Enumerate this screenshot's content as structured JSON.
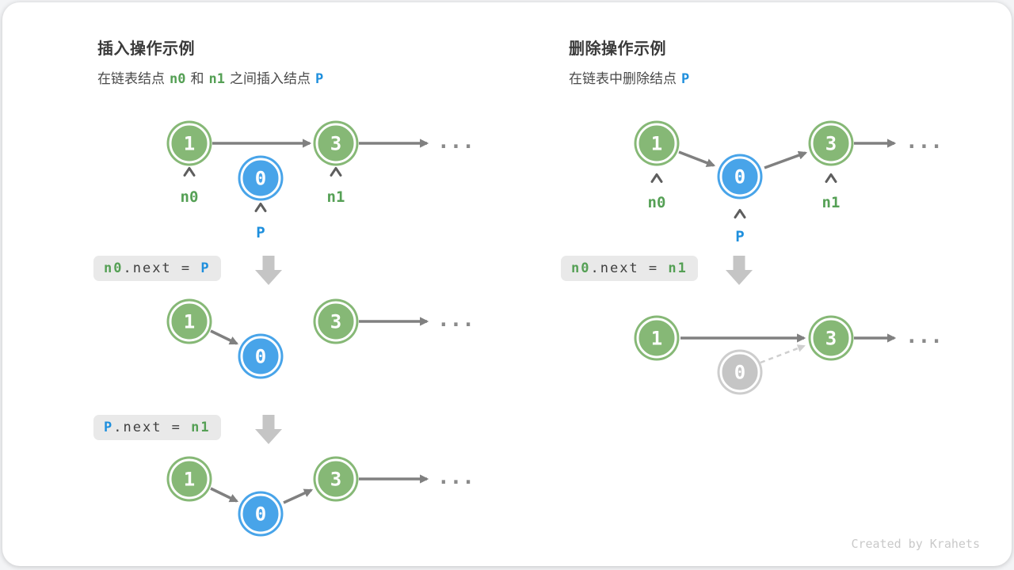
{
  "page": {
    "footer": "Created by Krahets"
  },
  "colors": {
    "node_green": "#86b876",
    "node_blue": "#48a4e9",
    "node_ghost": "#c5c5c5",
    "label_green": "#55a055",
    "label_blue": "#1e8fdd",
    "arrow_grey": "#808080",
    "code_bg": "#e9e9e9",
    "block_arrow": "#c5c5c5"
  },
  "values": {
    "n_first": "1",
    "n_insert": "0",
    "n_third": "3",
    "ellipsis": "..."
  },
  "labels": {
    "n0": "n0",
    "n1": "n1",
    "p": "P"
  },
  "insert_panel": {
    "title": "插入操作示例",
    "subtitle": {
      "t1": "在链表结点",
      "n0": "n0",
      "t2": "和",
      "n1": "n1",
      "t3": "之间插入结点",
      "p": "P"
    },
    "code_step1": {
      "a": "n0",
      "b": ".next = ",
      "c": "P"
    },
    "code_step2": {
      "a": "P",
      "b": ".next = ",
      "c": "n1"
    }
  },
  "delete_panel": {
    "title": "删除操作示例",
    "subtitle": {
      "t1": "在链表中删除结点",
      "p": "P"
    },
    "code_step1": {
      "a": "n0",
      "b": ".next = ",
      "c": "n1"
    }
  }
}
